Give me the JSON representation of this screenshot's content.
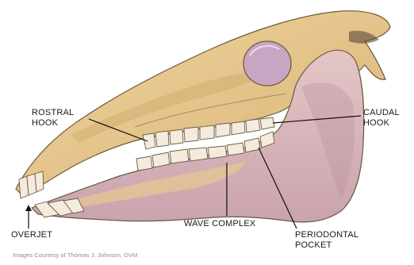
{
  "labels": {
    "rostral_hook": "ROSTRAL\nHOOK",
    "caudal_hook": "CAUDAL\nHOOK",
    "overjet": "OVERJET",
    "wave_complex": "WAVE COMPLEX",
    "periodontal_pocket": "PERIODONTAL\nPOCKET"
  },
  "credit": "Images Courtesy of Thomas J. Johnson, DVM",
  "colors": {
    "bone": "#e8c98c",
    "bone_shadow": "#c9a063",
    "mandible": "#d9b8c0",
    "mandible_shadow": "#b88f9e",
    "teeth": "#f3ecde",
    "outline": "#6b5a3c",
    "orbit": "#c9a5c4",
    "leader": "#111111"
  }
}
